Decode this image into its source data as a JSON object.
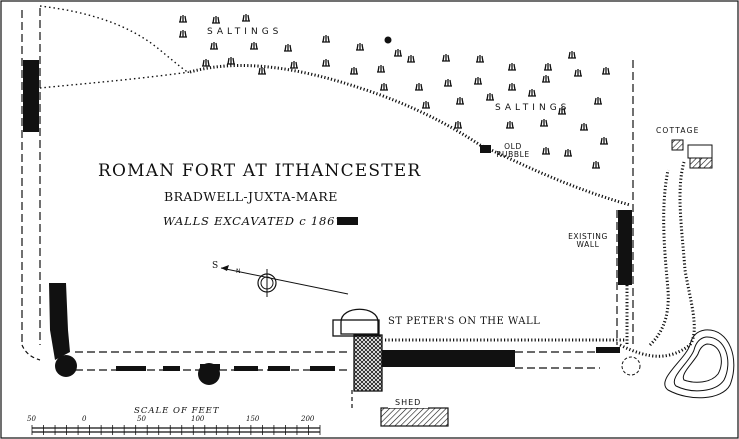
{
  "map": {
    "title": "ROMAN FORT AT ITHANCESTER",
    "subtitle": "BRADWELL-JUXTA-MARE",
    "legend_walls": "WALLS EXCAVATED c 1867",
    "saltings_top": "SALTINGS",
    "saltings_right": "SALTINGS",
    "old_rubble": "OLD RUBBLE",
    "existing_wall": "EXISTING WALL",
    "cottage": "COTTAGE",
    "church": "ST PETER'S ON THE WALL",
    "shed": "SHED",
    "compass_s": "S",
    "compass_n": "N"
  },
  "scale": {
    "title": "SCALE OF FEET",
    "ticks": [
      "50",
      "0",
      "50",
      "100",
      "150",
      "200"
    ]
  },
  "colors": {
    "ink": "#111111",
    "paper": "#ffffff"
  }
}
